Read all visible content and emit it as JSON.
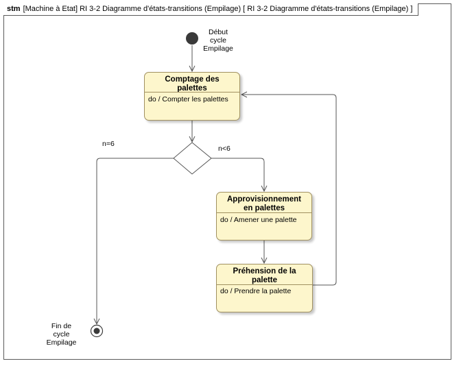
{
  "frame": {
    "kind": "stm",
    "title": "[Machine à Etat] RI 3-2 Diagramme d'états-transitions (Empilage) [ RI 3-2 Diagramme d'états-transitions (Empilage) ]"
  },
  "initial_label": [
    "Début",
    "cycle",
    "Empilage"
  ],
  "final_label": [
    "Fin de",
    "cycle",
    "Empilage"
  ],
  "states": {
    "counting": {
      "name_lines": [
        "Comptage des",
        "palettes"
      ],
      "activity": "do / Compter les palettes"
    },
    "supply": {
      "name_lines": [
        "Approvisionnement",
        "en palettes"
      ],
      "activity": "do / Amener une palette"
    },
    "grip": {
      "name_lines": [
        "Préhension de la",
        "palette"
      ],
      "activity": "do / Prendre la palette"
    }
  },
  "guards": {
    "left": "n=6",
    "right": "n<6"
  },
  "colors": {
    "state_fill": "#fdf6cc",
    "state_border": "#a09060",
    "line": "#555555",
    "node": "#3a3a3a"
  }
}
